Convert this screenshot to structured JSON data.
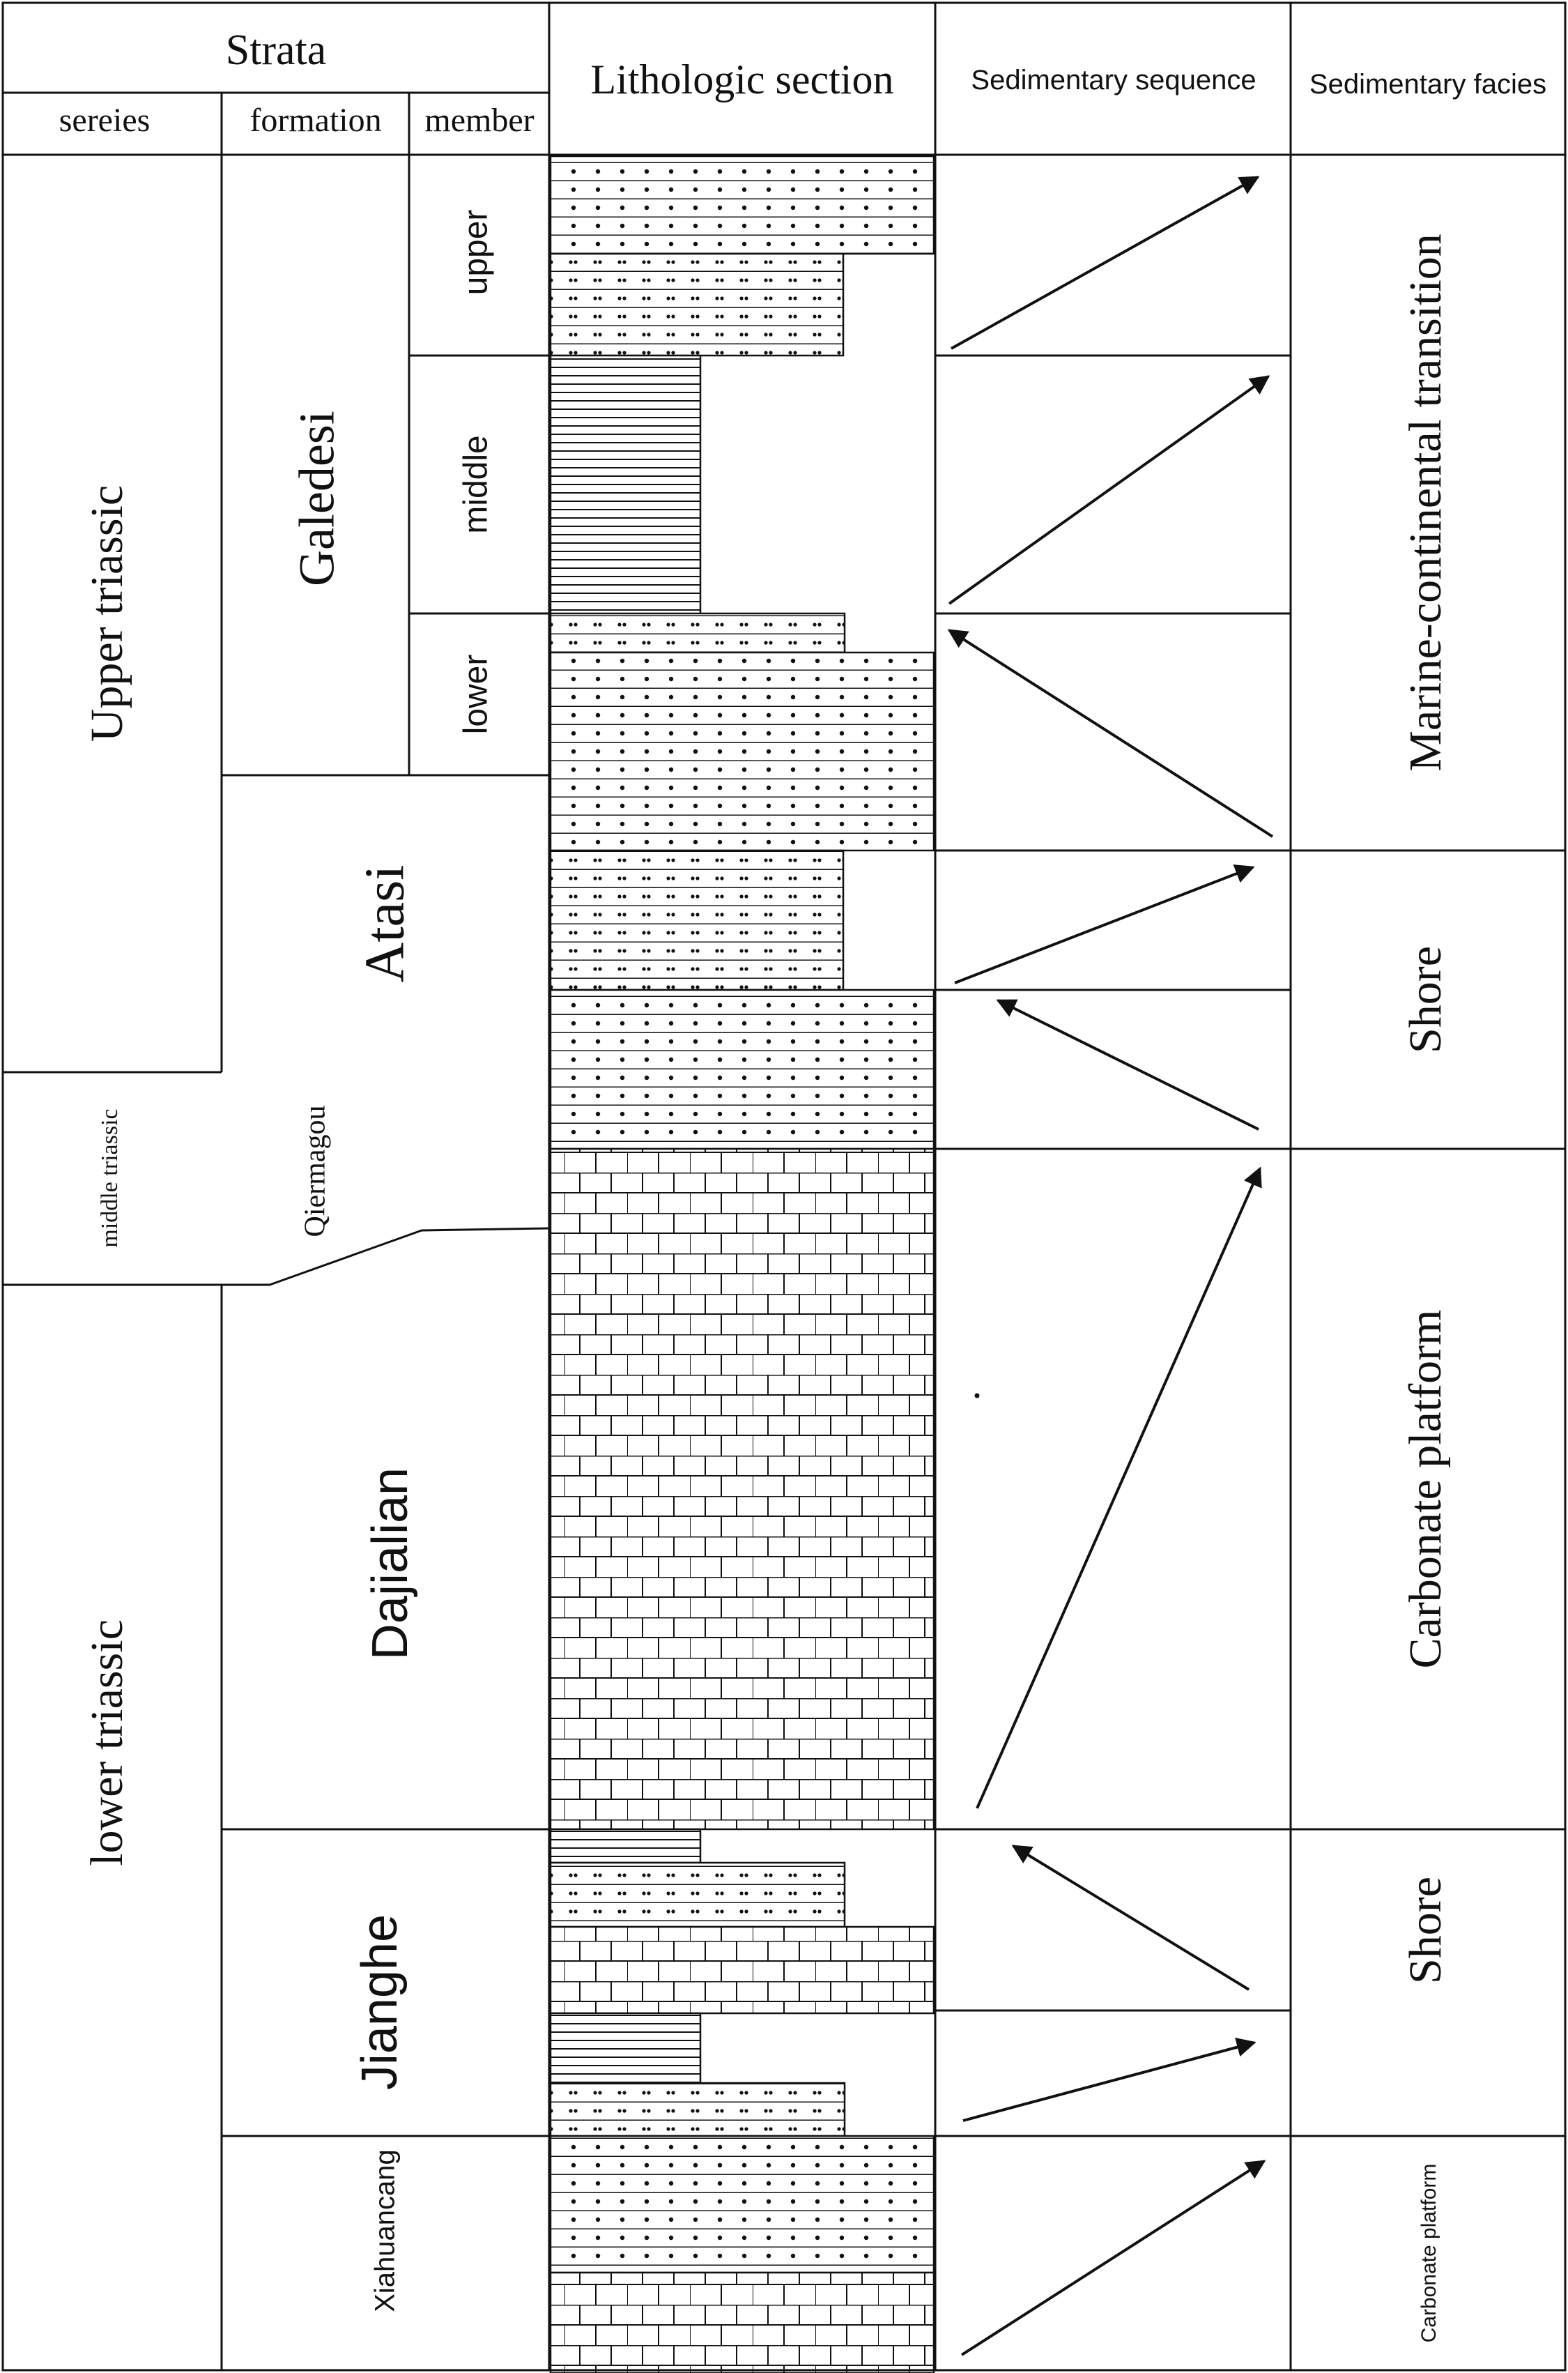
{
  "header": {
    "strata": "Strata",
    "series": "sereies",
    "formation": "formation",
    "member": "member",
    "lithology": "Lithologic section",
    "sequence": "Sedimentary sequence",
    "facies": "Sedimentary facies"
  },
  "series": {
    "upper": "Upper triassic",
    "middle": "middle triassic",
    "lower": "lower triassic"
  },
  "formations": {
    "galedesi": "Galedesi",
    "atasi": "Atasi",
    "qiermagou": "Qiermagou",
    "dajialian": "Dajialian",
    "jianghe": "Jianghe",
    "xiahuancang": "Xiahuancang"
  },
  "members": {
    "upper": "upper",
    "middle": "middle",
    "lower": "lower"
  },
  "facies": {
    "transition": "Marine-continental transition",
    "shore_upper": "Shore",
    "carbonate_main": "Carbonate platform",
    "shore_lower": "Shore",
    "carbonate_bottom": "Carbonate platform"
  },
  "sequence_arrows": [
    {
      "unit": "Galedesi upper",
      "direction": "upward"
    },
    {
      "unit": "Galedesi middle",
      "direction": "upward"
    },
    {
      "unit": "Galedesi lower",
      "direction": "upward"
    },
    {
      "unit": "Atasi upper",
      "direction": "upward"
    },
    {
      "unit": "Atasi lower",
      "direction": "upward"
    },
    {
      "unit": "Dajialian",
      "direction": "upward"
    },
    {
      "unit": "Jianghe upper",
      "direction": "upward"
    },
    {
      "unit": "Jianghe lower",
      "direction": "upward"
    },
    {
      "unit": "Xiahuancang",
      "direction": "upward"
    }
  ],
  "lithology_patterns": [
    "sandstone",
    "siltstone",
    "mudstone",
    "limestone"
  ],
  "colors": {
    "line": "#111111",
    "background": "#ffffff"
  }
}
